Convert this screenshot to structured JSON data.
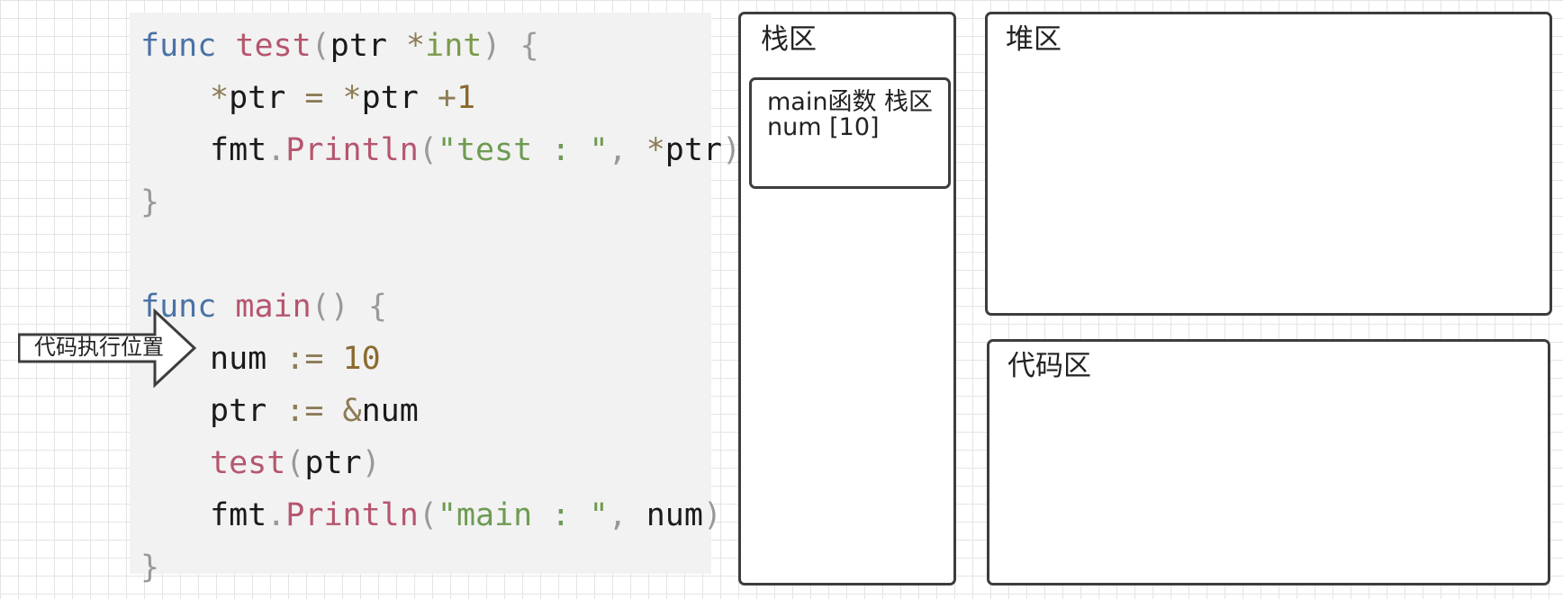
{
  "code": {
    "lines": [
      {
        "tokens": [
          {
            "t": "func",
            "c": "kw"
          },
          {
            "t": " ",
            "c": "id"
          },
          {
            "t": "test",
            "c": "fn"
          },
          {
            "t": "(",
            "c": "pn"
          },
          {
            "t": "ptr",
            "c": "id"
          },
          {
            "t": " ",
            "c": "id"
          },
          {
            "t": "*",
            "c": "op"
          },
          {
            "t": "int",
            "c": "ty"
          },
          {
            "t": ") {",
            "c": "pn"
          }
        ]
      },
      {
        "tokens": [
          {
            "t": "*",
            "c": "op"
          },
          {
            "t": "ptr",
            "c": "id"
          },
          {
            "t": " = ",
            "c": "op"
          },
          {
            "t": "*",
            "c": "op"
          },
          {
            "t": "ptr",
            "c": "id"
          },
          {
            "t": " +",
            "c": "op"
          },
          {
            "t": "1",
            "c": "nm"
          }
        ]
      },
      {
        "tokens": [
          {
            "t": "fmt",
            "c": "id"
          },
          {
            "t": ".",
            "c": "pn"
          },
          {
            "t": "Println",
            "c": "fn"
          },
          {
            "t": "(",
            "c": "pn"
          },
          {
            "t": "\"test : \"",
            "c": "st"
          },
          {
            "t": ", ",
            "c": "pn"
          },
          {
            "t": "*",
            "c": "op"
          },
          {
            "t": "ptr",
            "c": "id"
          },
          {
            "t": ")",
            "c": "pn"
          }
        ]
      },
      {
        "tokens": [
          {
            "t": "}",
            "c": "pn"
          }
        ]
      },
      {
        "tokens": [
          {
            "t": "func",
            "c": "kw"
          },
          {
            "t": " ",
            "c": "id"
          },
          {
            "t": "main",
            "c": "fn"
          },
          {
            "t": "() {",
            "c": "pn"
          }
        ]
      },
      {
        "tokens": [
          {
            "t": "num",
            "c": "id"
          },
          {
            "t": " := ",
            "c": "op"
          },
          {
            "t": "10",
            "c": "nm"
          }
        ]
      },
      {
        "tokens": [
          {
            "t": "ptr",
            "c": "id"
          },
          {
            "t": " := ",
            "c": "op"
          },
          {
            "t": "&",
            "c": "op"
          },
          {
            "t": "num",
            "c": "id"
          }
        ]
      },
      {
        "tokens": [
          {
            "t": "test",
            "c": "fn"
          },
          {
            "t": "(",
            "c": "pn"
          },
          {
            "t": "ptr",
            "c": "id"
          },
          {
            "t": ")",
            "c": "pn"
          }
        ]
      },
      {
        "tokens": [
          {
            "t": "fmt",
            "c": "id"
          },
          {
            "t": ".",
            "c": "pn"
          },
          {
            "t": "Println",
            "c": "fn"
          },
          {
            "t": "(",
            "c": "pn"
          },
          {
            "t": "\"main : \"",
            "c": "st"
          },
          {
            "t": ", ",
            "c": "pn"
          },
          {
            "t": "num",
            "c": "id"
          },
          {
            "t": ")",
            "c": "pn"
          }
        ]
      },
      {
        "tokens": [
          {
            "t": "}",
            "c": "pn"
          }
        ]
      }
    ]
  },
  "execution_arrow": {
    "label": "代码执行位置"
  },
  "stack": {
    "title": "栈区",
    "frame": {
      "line1": "main函数 栈区",
      "line2": "num [10]"
    }
  },
  "heap": {
    "title": "堆区"
  },
  "code_area": {
    "title": "代码区"
  },
  "colors": {
    "keyword": "#4a72a6",
    "function": "#b5566e",
    "type": "#7a9a4a",
    "string": "#6e9b52",
    "number": "#8b6a2e",
    "punctuation": "#999999",
    "panel_border": "#3d3d3d",
    "code_background": "#f2f2f2"
  }
}
